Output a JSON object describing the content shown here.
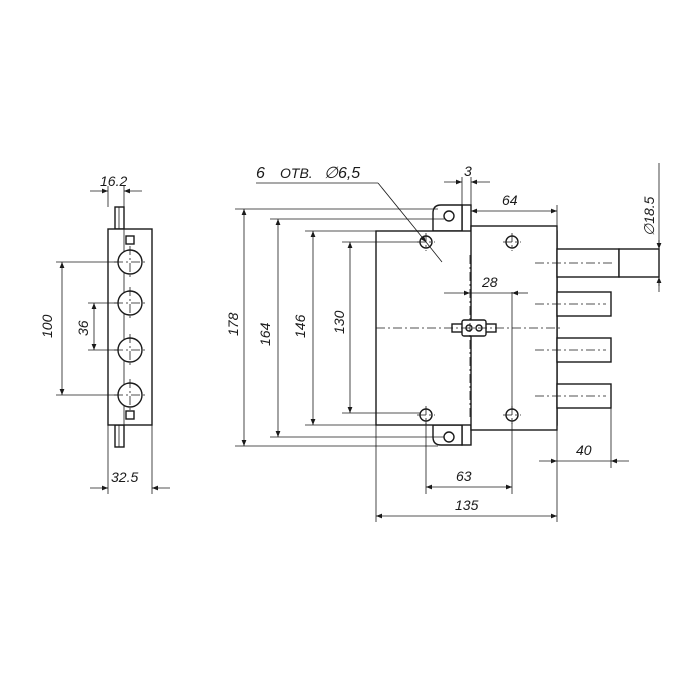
{
  "holes_note": {
    "count": "6",
    "abbr": "ОТВ.",
    "diameter": "∅6,5"
  },
  "dims": {
    "side_width_top": "16.2",
    "side_width_bottom": "32.5",
    "pitch_outer": "100",
    "pitch_inner": "36",
    "height_178": "178",
    "height_164": "164",
    "height_146": "146",
    "height_130": "130",
    "bolt_gap": "3",
    "bolt_offset": "64",
    "bolt_diameter": "∅18.5",
    "key_offset": "28",
    "hole_spacing": "63",
    "body_width": "135",
    "bolt_projection": "40"
  }
}
